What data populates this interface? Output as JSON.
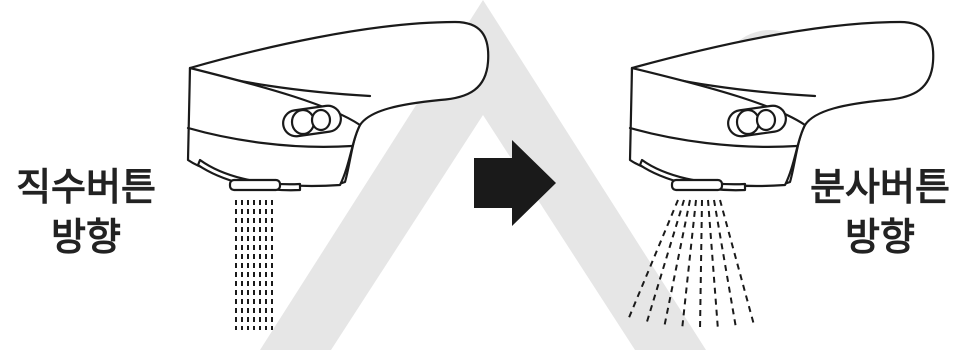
{
  "colors": {
    "background": "#ffffff",
    "watermark": "#e6e6e6",
    "line": "#1a1a1a",
    "arrow": "#1a1a1a",
    "text": "#222222"
  },
  "labels": {
    "left_line1": "직수버튼",
    "left_line2": "방향",
    "right_line1": "분사버튼",
    "right_line2": "방향"
  },
  "icons": {
    "arrow": "right-arrow-icon",
    "button": "toggle-button-icon"
  }
}
